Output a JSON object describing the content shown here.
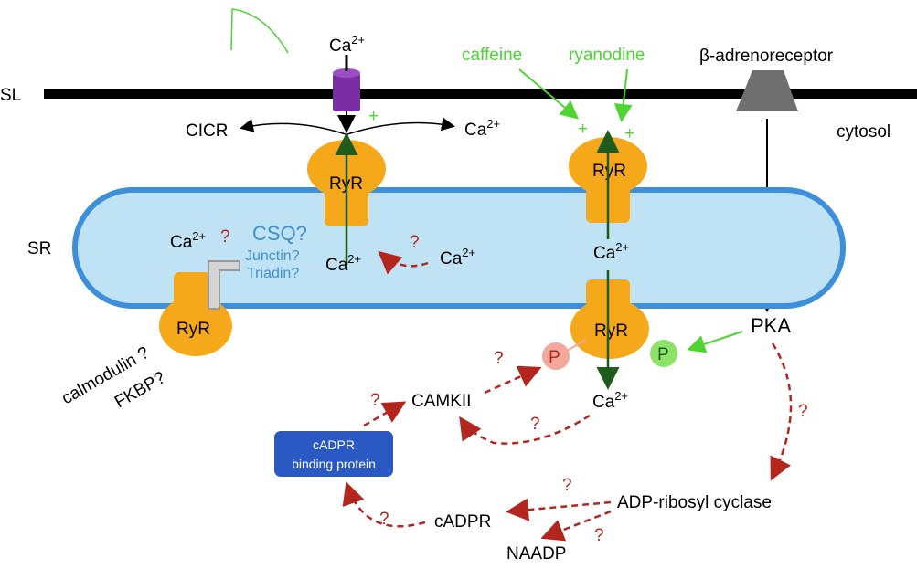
{
  "labels": {
    "sl": "SL",
    "sr": "SR",
    "cytosol": "cytosol",
    "cicr": "CICR",
    "ca_top": "Ca",
    "ca_right_top": "Ca",
    "ca_sr_left": "Ca",
    "ca_sr_mid": "Ca",
    "ca_sr_right": "Ca",
    "ca_sr_far": "Ca",
    "ca_bottom": "Ca",
    "ca_superscript": "2+",
    "caffeine": "caffeine",
    "ryanodine": "ryanodine",
    "beta_receptor": "β-adrenoreceptor",
    "ryr": "RyR",
    "csq": "CSQ?",
    "junctin": "Junctin?",
    "triadin": "Triadin?",
    "calmodulin": "calmodulin ?",
    "fkbp": "FKBP?",
    "pka": "PKA",
    "camkii": "CAMKII",
    "cadpr_bp_line1": "cADPR",
    "cadpr_bp_line2": "binding protein",
    "cadpr": "cADPR",
    "naadp": "NAADP",
    "adp_cyclase": "ADP-ribosyl cyclase",
    "p": "P",
    "plus": "+",
    "question": "?"
  },
  "colors": {
    "ryr": "#f5a91a",
    "sr_fill": "#bfe3f4",
    "sr_stroke": "#3d8fd9",
    "green_line": "#1f5b1a",
    "activation": "#4ed433",
    "dashed": "#b3261e",
    "channel": "#7a2ea3",
    "receptor": "#6f6f6f",
    "blue_box": "#2b59c3",
    "p_red": "#f4a79b",
    "p_green": "#8de36a"
  }
}
